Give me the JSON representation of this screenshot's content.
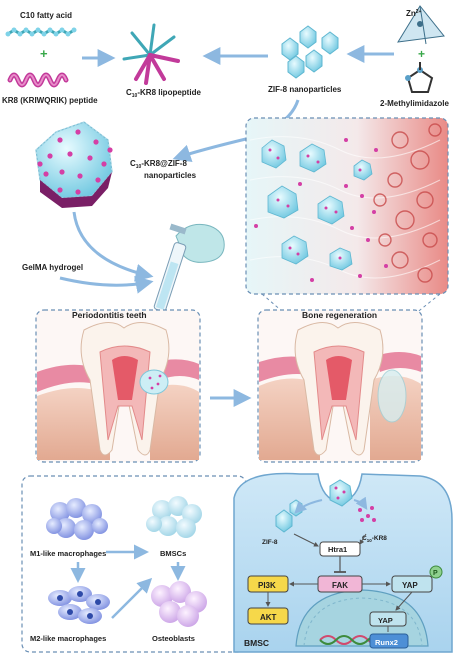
{
  "labels": {
    "fatty_acid": "C10 fatty acid",
    "peptide": "KR8 (KRIWQRIK) peptide",
    "lipopeptide_main": "C",
    "lipopeptide_sub": "10",
    "lipopeptide_rest": "-KR8  lipopeptide",
    "zif_np": "ZIF-8 nanoparticles",
    "zinc": "Zn",
    "zinc_sup": "2+",
    "methylimidazole": "2-Methylimidazole",
    "composite_main": "C",
    "composite_sub": "10",
    "composite_rest": "-KR8@ZIF-8",
    "composite_line2": "nanoparticles",
    "gelma": "GelMA hydrogel",
    "perio_title": "Periodontitis teeth",
    "bone_title": "Bone regeneration",
    "m1": "M1-like macrophages",
    "m2": "M2-like macrophages",
    "bmscs": "BMSCs",
    "osteoblasts": "Osteoblasts",
    "zif8_small": "ZIF-8",
    "ckr8_main": "C",
    "ckr8_sub": "10",
    "ckr8_rest": "-KR8",
    "htra1": "Htra1",
    "pi3k": "PI3K",
    "fak": "FAK",
    "yap1": "YAP",
    "p": "P",
    "akt": "AKT",
    "yap2": "YAP",
    "runx2": "Runx2",
    "bmsc": "BMSC"
  },
  "colors": {
    "arrow": "#8db8e0",
    "panel_border": "#6a8fb5",
    "cyan": "#7fd3e8",
    "magenta": "#c23a9a",
    "gum": "#e88aa3",
    "bone": "#e9b9a6",
    "box_yellow": "#f6d84a",
    "box_pink": "#f1b6d6",
    "box_teal": "#bfe3ee"
  }
}
